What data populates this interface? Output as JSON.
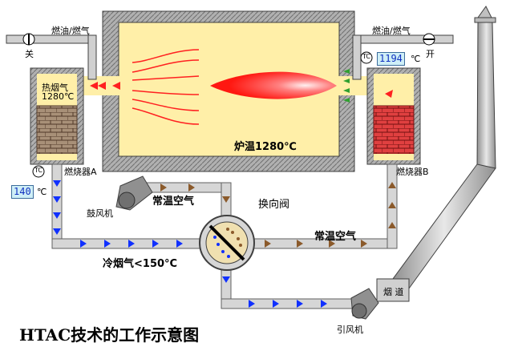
{
  "title": "HTAC技术的工作示意图",
  "furnace": {
    "temp_label": "炉温1280℃"
  },
  "fuel": {
    "left_label": "燃油/燃气",
    "right_label": "燃油/燃气"
  },
  "valves": {
    "left_state": "关",
    "right_state": "开"
  },
  "readouts": {
    "left_value": "140",
    "left_unit": "℃",
    "right_value": "1194",
    "right_unit": "℃",
    "tc_left": "TC",
    "tc_right": "TC"
  },
  "burners": {
    "a": "燃烧器A",
    "b": "燃烧器B"
  },
  "flue_hot": {
    "line1": "热烟气",
    "line2": "1280℃"
  },
  "blower": "鼓风机",
  "induced_fan": "引风机",
  "chimney": "烟 道",
  "reversing_valve": "换向阀",
  "ambient_air_1": "常温空气",
  "ambient_air_2": "常温空气",
  "cold_flue": "冷烟气<150°C",
  "colors": {
    "wall": "#a0a0a0",
    "chamber": "#ffefa8",
    "pipe": "#d6d6d6",
    "air_arrow": "#8b5a2b",
    "flue_arrow": "#1030ff",
    "flame": "#ff2020"
  }
}
